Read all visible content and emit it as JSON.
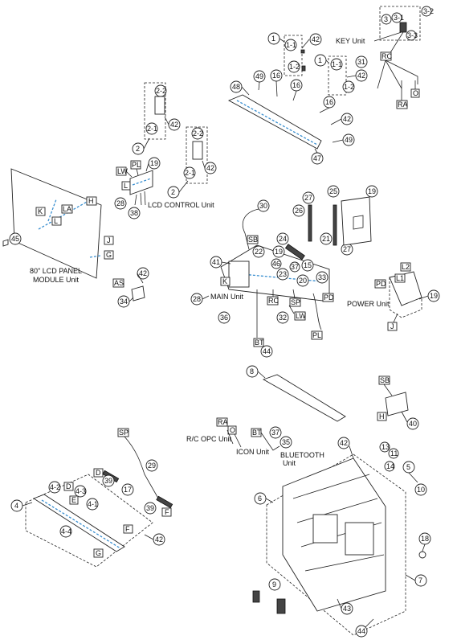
{
  "unit_labels": {
    "key_unit": "KEY Unit",
    "lcd_control_unit": "LCD CONTROL Unit",
    "lcd_panel_line1": "80\" LCD PANEL",
    "lcd_panel_line2": "MODULE Unit",
    "main_unit": "MAIN Unit",
    "power_unit": "POWER Unit",
    "rc_opc_unit": "R/C OPC Unit",
    "icon_unit": "ICON Unit",
    "bluetooth_line1": "BLUETOOTH",
    "bluetooth_line2": "Unit"
  },
  "callouts": {
    "c1a": "1",
    "c1_1a": "1-1",
    "c1_2a": "1-2",
    "c42a": "42",
    "c1b": "1",
    "c1_1b": "1-1",
    "c1_2b": "1-2",
    "c42b": "42",
    "c3": "3",
    "c3_1": "3-1",
    "c3_2": "3-2",
    "c3_3": "3-3",
    "c31": "31",
    "c48": "48",
    "c49a": "49",
    "c16a": "16",
    "c16b": "16",
    "c16c": "16",
    "c42c": "42",
    "c47": "47",
    "c49b": "49",
    "c2_2a": "2-2",
    "c2_1a": "2-1",
    "c42d": "42",
    "c2a": "2",
    "c2_2b": "2-2",
    "c2_1b": "2-1",
    "c42e": "42",
    "c2b": "2",
    "c19a": "19",
    "c28a": "28",
    "c38": "38",
    "c45": "45",
    "c42f": "42",
    "c34": "34",
    "c30": "30",
    "c27a": "27",
    "c26": "26",
    "c25": "25",
    "c19b": "19",
    "c21": "21",
    "c27b": "27",
    "c24": "24",
    "c22": "22",
    "c19c": "19",
    "c46": "46",
    "c15": "15",
    "c37a": "37",
    "c23": "23",
    "c20": "20",
    "c41": "41",
    "c33": "33",
    "c28b": "28",
    "c36": "36",
    "c32": "32",
    "c19d": "19",
    "c44a": "44",
    "c8": "8",
    "c40": "40",
    "c29": "29",
    "c39a": "39",
    "c17": "17",
    "c39b": "39",
    "c4": "4",
    "c4_1": "4-1",
    "c4_2": "4-2",
    "c4_3": "4-3",
    "c4_4": "4-4",
    "c42g": "42",
    "c37b": "37",
    "c35": "35",
    "c42h": "42",
    "c13": "13",
    "c11": "11",
    "c14": "14",
    "c5": "5",
    "c10": "10",
    "c6": "6",
    "c7": "7",
    "c18": "18",
    "c9": "9",
    "c43": "43",
    "c44b": "44"
  },
  "connectors": {
    "RC_a": "RC",
    "RA_a": "RA",
    "O_a": "O",
    "LW_a": "LW",
    "PL_a": "PL",
    "L_a": "L",
    "H_a": "H",
    "K_a": "K",
    "LA": "LA",
    "L_b": "L",
    "J_a": "J",
    "G_a": "G",
    "AS": "AS",
    "SB_a": "SB",
    "K_b": "K",
    "RC_b": "RC",
    "SP_a": "SP",
    "LW_b": "LW",
    "PD_a": "PD",
    "PL_b": "PL",
    "BT_a": "BT",
    "L2": "L2",
    "PD_b": "PD",
    "L1": "L1",
    "J_b": "J",
    "SB_b": "SB",
    "H_b": "H",
    "RA_b": "RA",
    "O_b": "O",
    "BT_b": "BT",
    "SP_b": "SP",
    "D_a": "D",
    "D_b": "D",
    "F_a": "F",
    "F_b": "F",
    "E": "E",
    "G_b": "G"
  }
}
